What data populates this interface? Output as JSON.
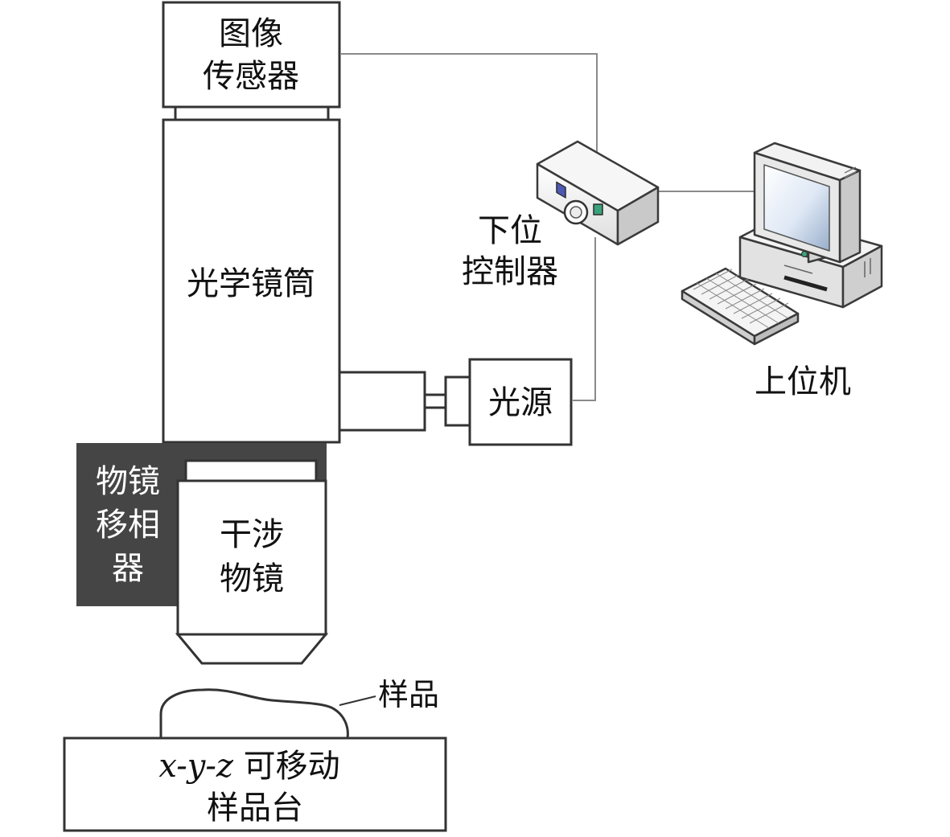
{
  "diagram": {
    "image_sensor": {
      "line1": "图像",
      "line2": "传感器"
    },
    "optical_tube": {
      "label": "光学镜筒"
    },
    "phase_shifter": {
      "line1": "物镜",
      "line2": "移相",
      "line3": "器"
    },
    "interference_objective": {
      "line1": "干涉",
      "line2": "物镜"
    },
    "light_source": {
      "label": "光源"
    },
    "lower_controller": {
      "line1": "下位",
      "line2": "控制器"
    },
    "host_computer": {
      "label": "上位机"
    },
    "sample": {
      "label": "样品"
    },
    "stage": {
      "axes": "x-y-z",
      "line1_rest": " 可移动",
      "line2": "样品台"
    }
  }
}
